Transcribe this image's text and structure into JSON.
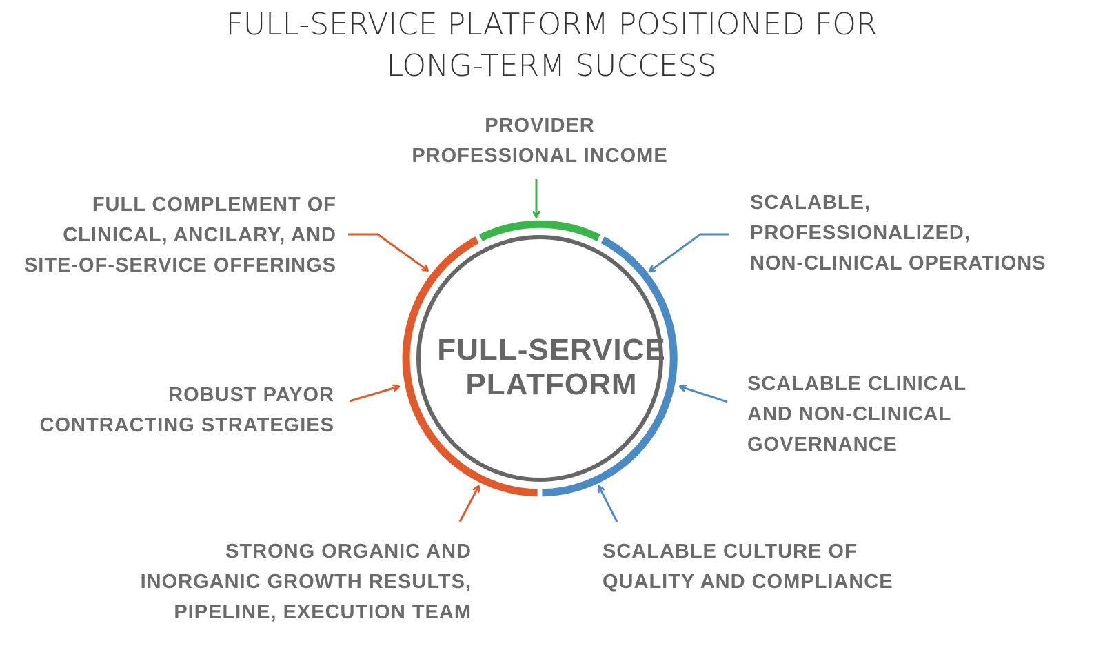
{
  "title": {
    "line1": "FULL-SERVICE PLATFORM POSITIONED FOR",
    "line2": "LONG-TERM SUCCESS"
  },
  "center": {
    "line1": "FULL-SERVICE",
    "line2": "PLATFORM"
  },
  "colors": {
    "orange": "#e05a2b",
    "green": "#3ab54a",
    "blue": "#4a8bc4",
    "gray_ring": "#666666",
    "label_text": "#6b6b6b",
    "title_text": "#333333"
  },
  "labels": {
    "provider": {
      "line1": "PROVIDER",
      "line2": "PROFESSIONAL INCOME"
    },
    "full_complement": {
      "line1": "FULL COMPLEMENT OF",
      "line2": "CLINICAL, ANCILARY, AND",
      "line3": "SITE-OF-SERVICE OFFERINGS"
    },
    "scalable_ops": {
      "line1": "SCALABLE,",
      "line2": "PROFESSIONALIZED,",
      "line3": "NON-CLINICAL OPERATIONS"
    },
    "payor": {
      "line1": "ROBUST PAYOR",
      "line2": "CONTRACTING STRATEGIES"
    },
    "governance": {
      "line1": "SCALABLE CLINICAL",
      "line2": "AND NON-CLINICAL",
      "line3": "GOVERNANCE"
    },
    "growth": {
      "line1": "STRONG ORGANIC AND",
      "line2": "INORGANIC GROWTH RESULTS,",
      "line3": "PIPELINE, EXECUTION TEAM"
    },
    "culture": {
      "line1": "SCALABLE CULTURE OF",
      "line2": "QUALITY AND COMPLIANCE"
    }
  }
}
